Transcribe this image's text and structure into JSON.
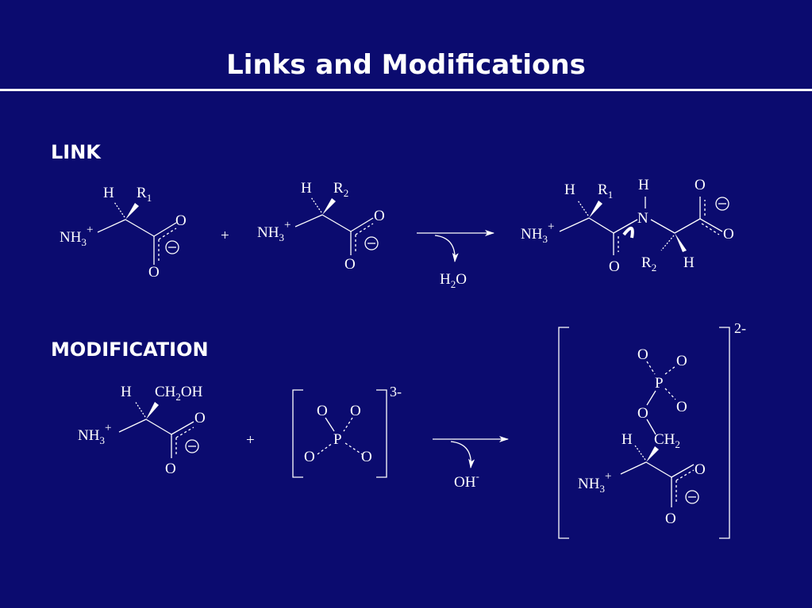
{
  "title": "Links and Modifications",
  "sections": {
    "link": "LINK",
    "modification": "MODIFICATION"
  },
  "labels": {
    "H": "H",
    "R": "R",
    "sub1": "1",
    "sub2": "2",
    "sub3": "3",
    "NH": "NH",
    "O": "O",
    "N": "N",
    "P": "P",
    "CH": "CH",
    "OH": "OH",
    "plus": "+",
    "charge3": "3-",
    "charge2": "2-",
    "minus": "-",
    "minus_circle": "−"
  },
  "colors": {
    "background": "#0b0b6f",
    "foreground": "#ffffff"
  }
}
